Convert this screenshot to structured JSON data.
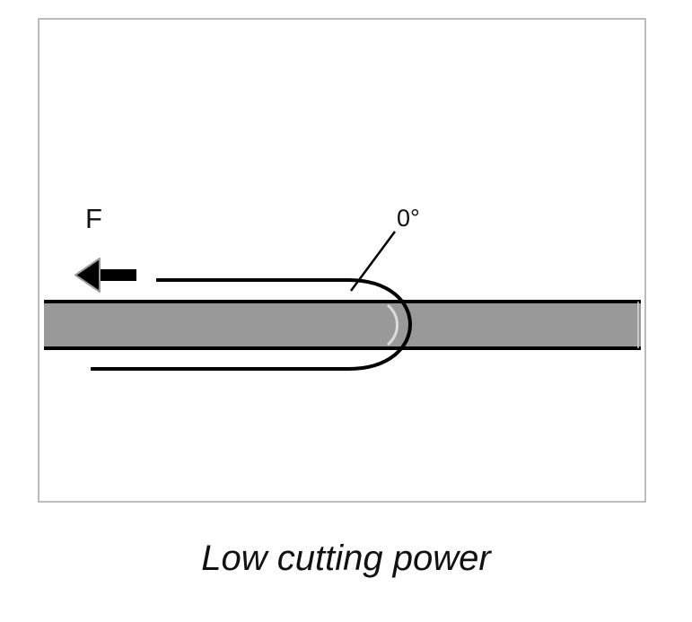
{
  "diagram": {
    "force_label": "F",
    "angle_label": "0°",
    "caption": "Low cutting power"
  },
  "colors": {
    "frame_border": "#a6a6a6",
    "material_fill": "#999999",
    "outline": "#000000"
  },
  "icons": {
    "force_arrow": "arrow-left-icon"
  }
}
